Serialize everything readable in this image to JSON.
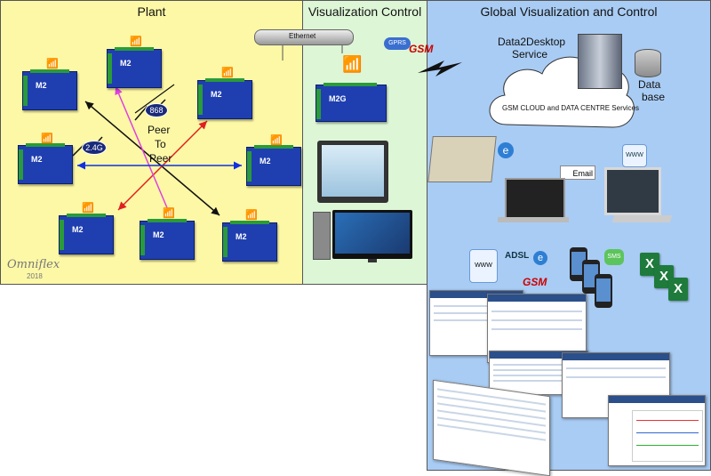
{
  "panels": {
    "plant_title": "Plant",
    "viz_title": "Visualization Control",
    "global_title": "Global Visualization and Control"
  },
  "labels": {
    "ethernet": "Ethernet",
    "gprs": "GPRS",
    "gsm": "GSM",
    "data2desktop": "Data2Desktop",
    "service": "Service",
    "data": "Data",
    "base": "base",
    "cloud": "GSM CLOUD and DATA CENTRE Services",
    "email": "Email",
    "www": "WWW",
    "adsl": "ADSL",
    "sms": "SMS",
    "freq_868": "868",
    "freq_24": "2.4G",
    "peer": "Peer",
    "to": "To",
    "peer2": "Peer",
    "brand": "Omniflex",
    "year": "2018",
    "device_model": "M2G",
    "device_short": "M2"
  },
  "colors": {
    "plant": "#fdf8a6",
    "viz": "#ddf6d6",
    "global": "#a9ccf4",
    "device": "#1f3fb0",
    "arrow_black": "#111111",
    "arrow_red": "#e02020",
    "arrow_magenta": "#e040e0",
    "arrow_blue": "#1030e0"
  }
}
